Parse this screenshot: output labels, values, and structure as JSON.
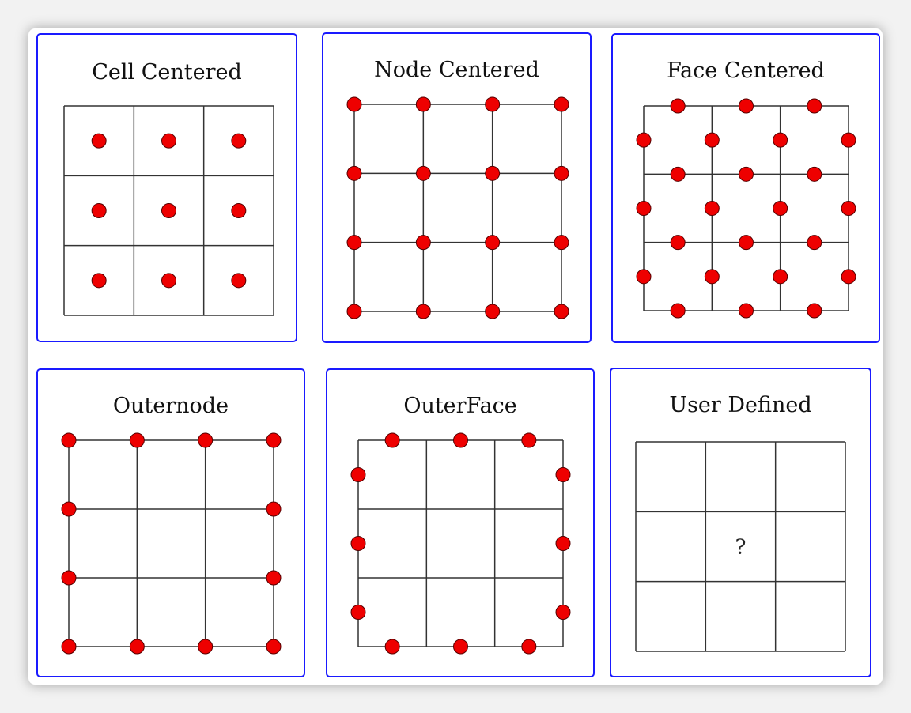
{
  "colors": {
    "panel_border": "#1a1aff",
    "grid_line": "#333333",
    "point_fill": "#ee0000",
    "point_stroke": "#550000"
  },
  "grid_size": 3,
  "panels": [
    {
      "title": "Cell Centered",
      "scheme": "cell"
    },
    {
      "title": "Node Centered",
      "scheme": "node"
    },
    {
      "title": "Face Centered",
      "scheme": "face"
    },
    {
      "title": "Outernode",
      "scheme": "outernode"
    },
    {
      "title": "OuterFace",
      "scheme": "outerface"
    },
    {
      "title": "User Defined",
      "scheme": "user",
      "center_label": "?"
    }
  ]
}
